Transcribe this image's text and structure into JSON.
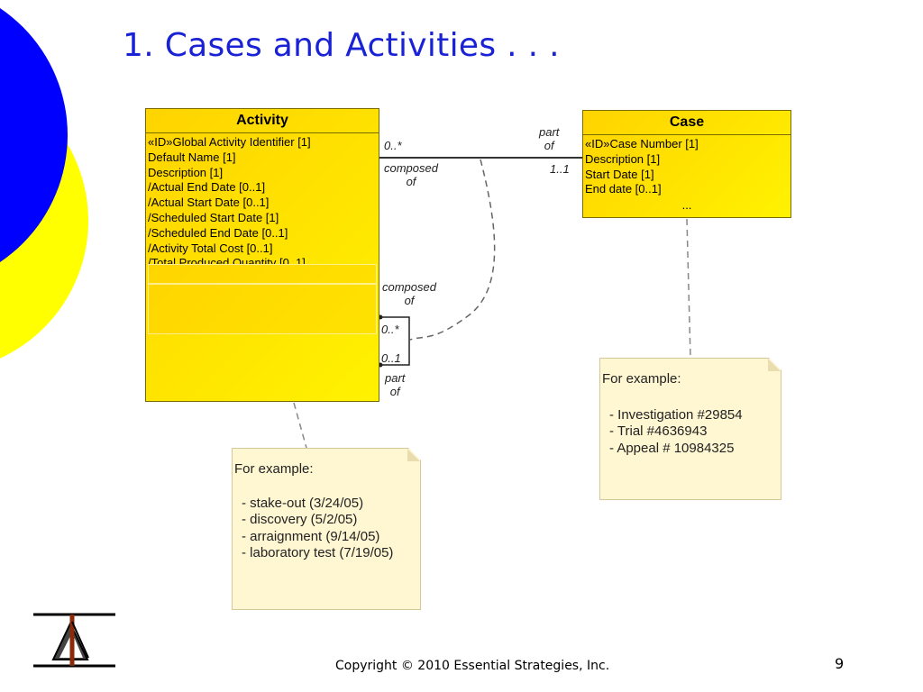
{
  "slide": {
    "title": "1.  Cases and Activities . . .",
    "copyright": "Copyright © 2010 Essential Strategies, Inc.",
    "page_number": "9"
  },
  "colors": {
    "title": "#1a22d6",
    "deco_blue": "#0000ff",
    "deco_yellow": "#ffff00",
    "class_fill": "#ffe100",
    "note_fill": "#fff6d2"
  },
  "activity": {
    "name": "Activity",
    "attributes": [
      "«ID»Global Activity Identifier [1]",
      "Default Name [1]",
      "Description [1]",
      "/Actual End Date [0..1]",
      "/Actual Start Date [0..1]",
      "/Scheduled Start Date [1]",
      "/Scheduled End Date [0..1]",
      "/Activity Total Cost [0..1]",
      "/Total Produced Quantity [0..1]"
    ]
  },
  "case": {
    "name": "Case",
    "attributes": [
      "«ID»Case Number [1]",
      "Description [1]",
      "Start Date [1]",
      "End date [0..1]"
    ],
    "ellipsis": "..."
  },
  "relations": {
    "case_activity": {
      "activity_multiplicity": "0..*",
      "activity_role": "composed\nof",
      "case_role": "part\nof",
      "case_multiplicity": "1..1"
    },
    "self_activity": {
      "role_top": "composed\nof",
      "multiplicity_top": "0..*",
      "multiplicity_bottom": "0..1",
      "role_bottom": "part\nof"
    }
  },
  "notes": {
    "activity_example": {
      "heading": "For example:",
      "items": [
        "- stake-out (3/24/05)",
        "- discovery (5/2/05)",
        "- arraignment (9/14/05)",
        "- laboratory test (7/19/05)"
      ]
    },
    "case_example": {
      "heading": "For example:",
      "items": [
        "- Investigation #29854",
        "- Trial #4636943",
        "- Appeal # 10984325"
      ]
    }
  }
}
